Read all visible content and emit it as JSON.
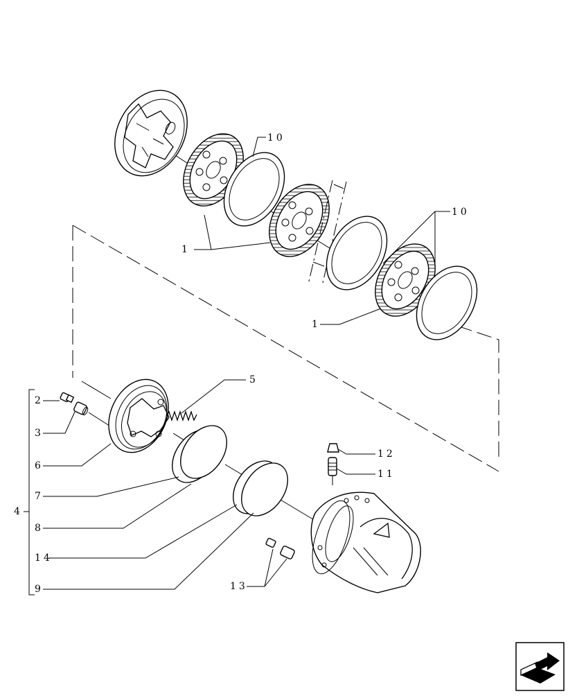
{
  "callouts": {
    "c1_top": "1",
    "c1_bottom": "1",
    "c2": "2",
    "c3": "3",
    "c4": "4",
    "c5": "5",
    "c6": "6",
    "c7": "7",
    "c8": "8",
    "c9": "9",
    "c10_top": "10",
    "c10_right": "10",
    "c11": "11",
    "c12": "12",
    "c13": "13",
    "c14": "14"
  },
  "icons": {
    "nav": "next-page-arrow-icon"
  }
}
